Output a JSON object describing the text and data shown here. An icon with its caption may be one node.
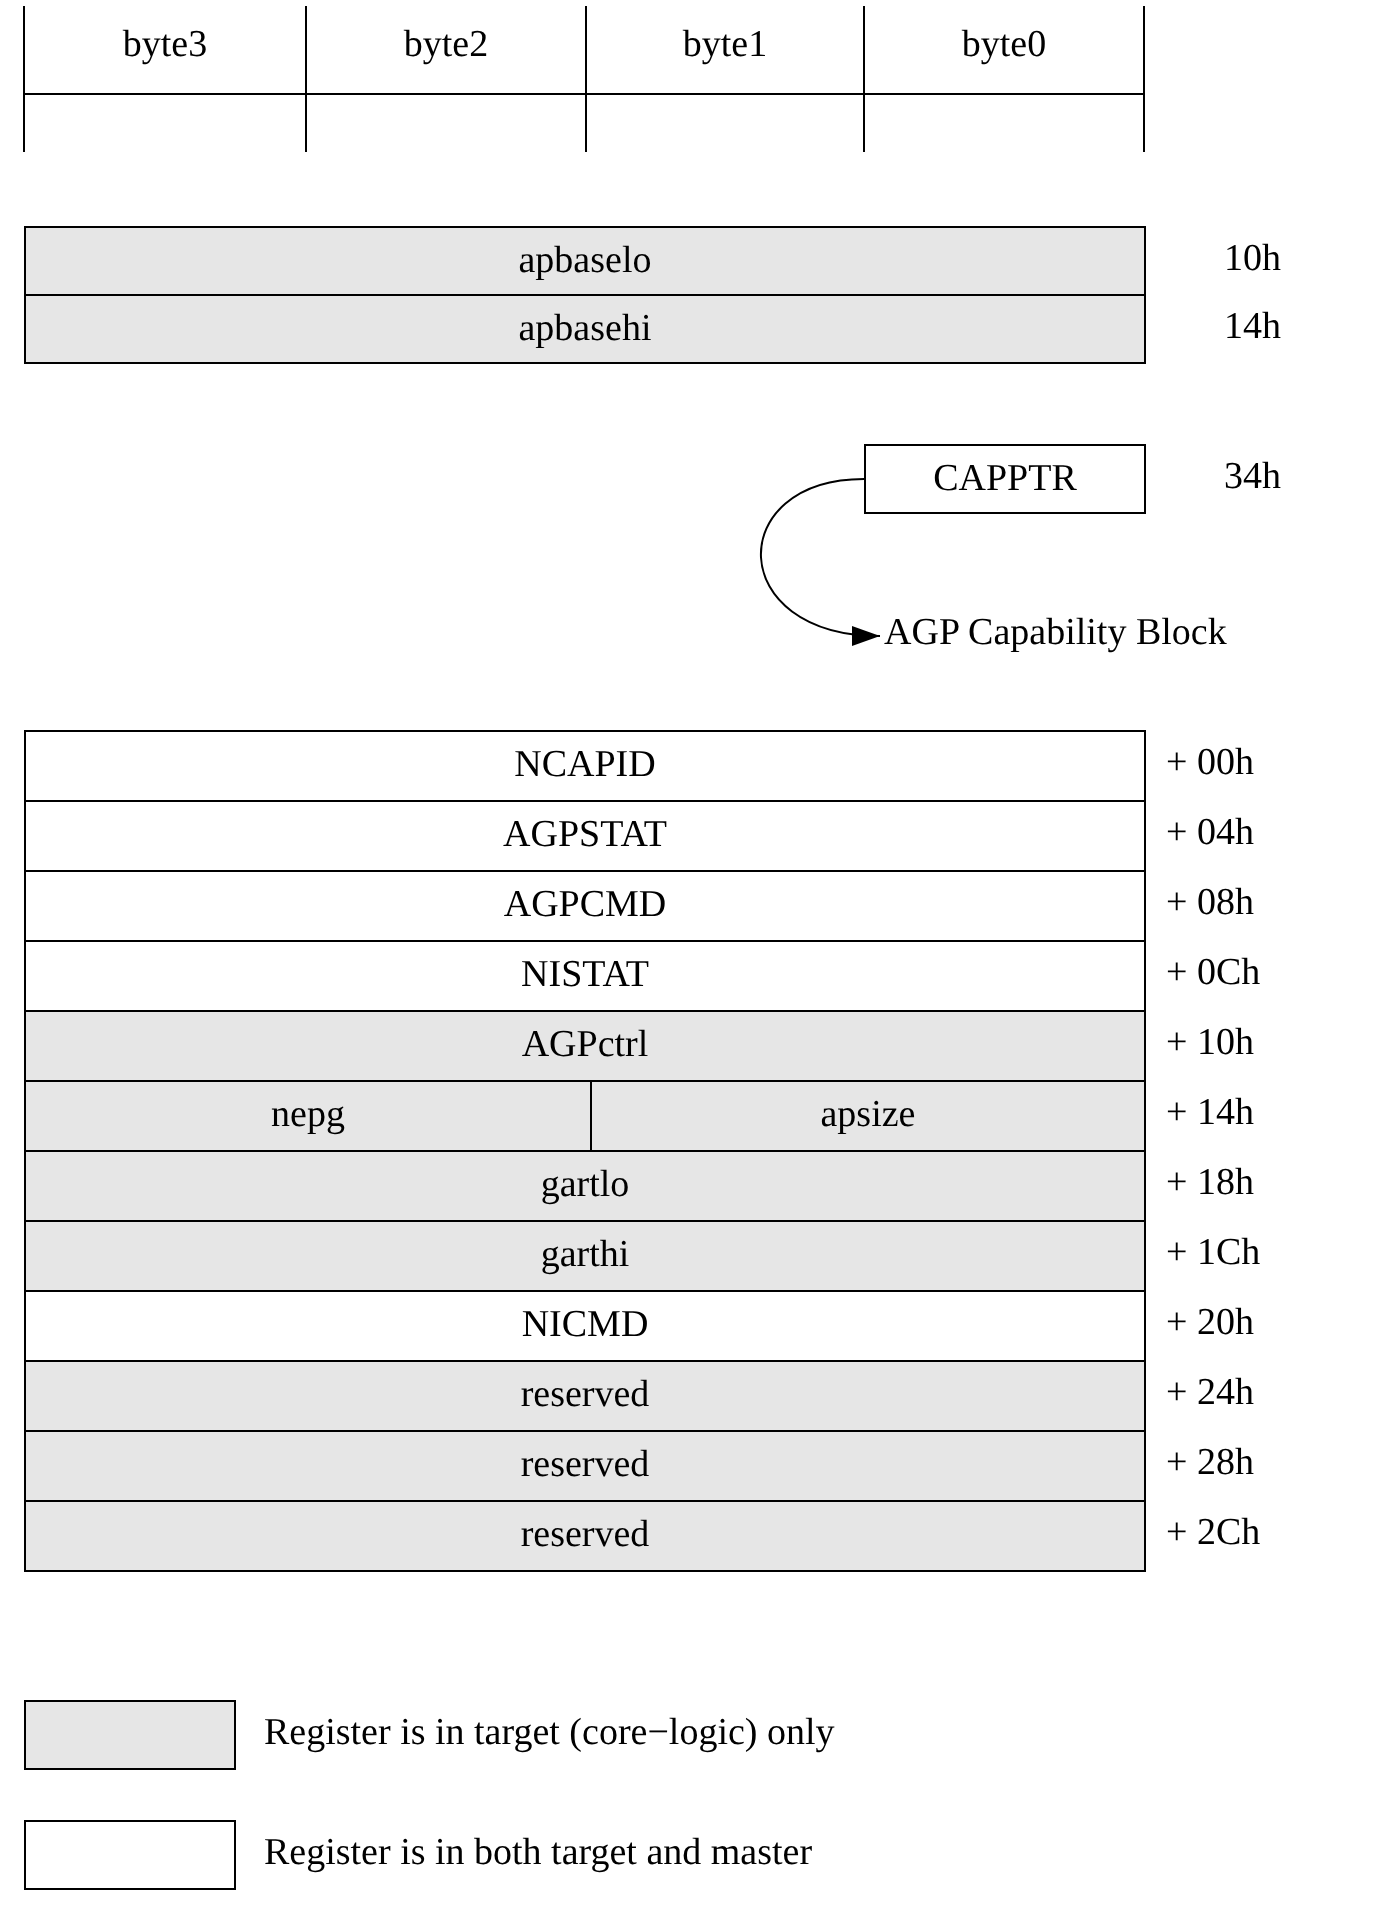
{
  "diagram": {
    "nodes": [
      {
        "text": [
          "apbaselo"
        ],
        "beside": [
          "10h"
        ]
      },
      {
        "text": [
          "apbasehi"
        ],
        "beside": [
          "14h"
        ]
      },
      {
        "text": [
          "CAPPTR"
        ],
        "beside": [
          "34h"
        ]
      },
      {
        "text": [
          "AGP Capability Block"
        ]
      },
      {
        "text": [
          "NCAPID"
        ],
        "beside": [
          "+ 00h"
        ]
      },
      {
        "text": [
          "AGPSTAT"
        ],
        "beside": [
          "+ 04h"
        ]
      },
      {
        "text": [
          "AGPCMD"
        ],
        "beside": [
          "+ 08h"
        ]
      },
      {
        "text": [
          "NISTAT"
        ],
        "beside": [
          "+ 0Ch"
        ]
      },
      {
        "text": [
          "AGPctrl"
        ],
        "beside": [
          "+ 10h"
        ]
      },
      {
        "text": [
          "nepg"
        ]
      },
      {
        "text": [
          "apsize"
        ],
        "beside": [
          "+ 14h"
        ]
      },
      {
        "text": [
          "gartlo"
        ],
        "beside": [
          "+ 18h"
        ]
      },
      {
        "text": [
          "garthi"
        ],
        "beside": [
          "+ 1Ch"
        ]
      },
      {
        "text": [
          "NICMD"
        ],
        "beside": [
          "+ 20h"
        ]
      },
      {
        "text": [
          "reserved"
        ],
        "beside": [
          "+ 24h"
        ]
      },
      {
        "text": [
          "reserved"
        ],
        "beside": [
          "+ 28h"
        ]
      },
      {
        "text": [
          "reserved"
        ],
        "beside": [
          "+ 2Ch"
        ]
      }
    ],
    "edges": [
      {
        "from": 2,
        "to": 3,
        "arrow": "to"
      }
    ],
    "labels": [
      "byte3",
      "byte2",
      "byte1",
      "byte0"
    ],
    "legend": [
      {
        "text": "Register is in target (core−logic) only",
        "color": "#e6e6e6"
      },
      {
        "text": "Register is in both target and master",
        "color": "#ffffff"
      }
    ]
  }
}
